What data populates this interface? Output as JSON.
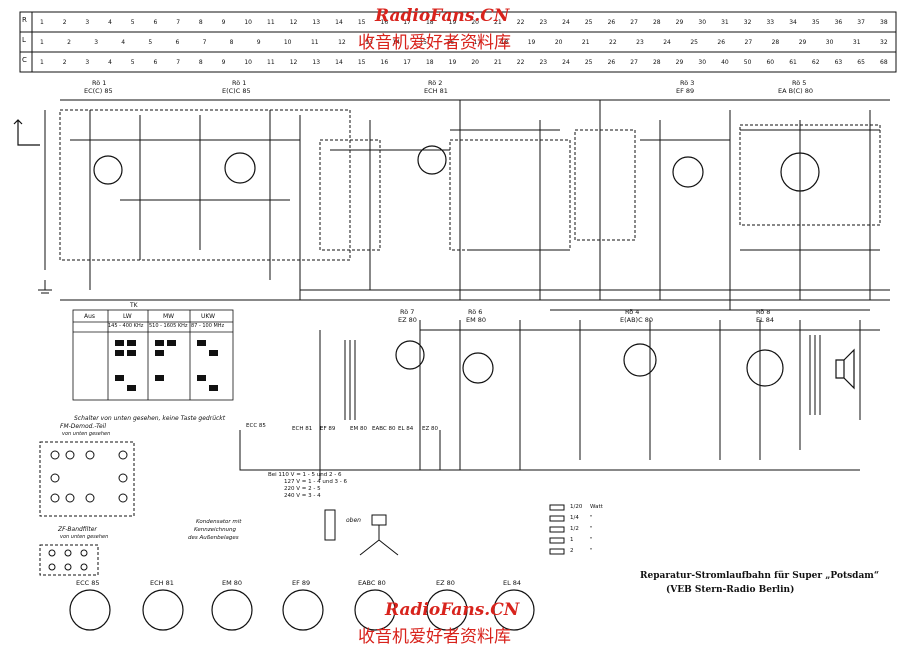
{
  "watermark": {
    "site": "RadioFans.CN",
    "slogan": "收音机爱好者资料库"
  },
  "scale": {
    "rows": [
      "R",
      "L",
      "C"
    ],
    "r_numbers": [
      "1",
      "2",
      "3",
      "4",
      "5",
      "6",
      "7",
      "8",
      "9",
      "10",
      "11",
      "12",
      "13",
      "14",
      "15",
      "16",
      "17",
      "18",
      "19",
      "20",
      "21",
      "22",
      "23",
      "24",
      "25",
      "26",
      "27",
      "28",
      "29",
      "30",
      "31",
      "32",
      "33",
      "34",
      "35",
      "36",
      "37",
      "38"
    ],
    "l_numbers": [
      "1",
      "2",
      "3",
      "4",
      "5",
      "6",
      "7",
      "8",
      "9",
      "10",
      "11",
      "12",
      "13",
      "14",
      "15",
      "16",
      "17",
      "18",
      "19",
      "20",
      "21",
      "22",
      "23",
      "24",
      "25",
      "26",
      "27",
      "28",
      "29",
      "30",
      "31",
      "32"
    ],
    "c_numbers": [
      "1",
      "2",
      "3",
      "4",
      "5",
      "6",
      "7",
      "8",
      "9",
      "10",
      "11",
      "12",
      "13",
      "14",
      "15",
      "16",
      "17",
      "18",
      "19",
      "20",
      "21",
      "22",
      "23",
      "24",
      "25",
      "26",
      "27",
      "28",
      "29",
      "30",
      "40",
      "50",
      "60",
      "61",
      "62",
      "63",
      "65",
      "68"
    ]
  },
  "tubes": {
    "ro1": {
      "id": "Rö 1",
      "type": "EC(C) 85"
    },
    "ro1b": {
      "id": "Rö 1",
      "type": "E(C)C 85"
    },
    "ro2": {
      "id": "Rö 2",
      "type": "ECH 81"
    },
    "ro3": {
      "id": "Rö 3",
      "type": "EF 89"
    },
    "ro5": {
      "id": "Rö 5",
      "type": "EA B(C) 80"
    },
    "ro6": {
      "id": "Rö 6",
      "type": "EM 80"
    },
    "ro4": {
      "id": "Rö 4",
      "type": "E(AB)C 80"
    },
    "ro7": {
      "id": "Rö 7",
      "type": "EZ 80"
    },
    "ro8": {
      "id": "Rö 8",
      "type": "EL 84"
    }
  },
  "switch_table": {
    "headers": [
      "Aus",
      "LW",
      "MW",
      "UKW"
    ],
    "ranges": [
      "145 - 400 KHz",
      "510 - 1605 KHz",
      "87 - 100 MHz"
    ],
    "tk_label": "TK",
    "caption": "Schalter von unten gesehen, keine Taste gedrückt"
  },
  "fm_demod": {
    "title": "FM-Demod.-Teil",
    "sub": "von unten gesehen"
  },
  "zf_band": {
    "title": "ZF-Bandfilter",
    "sub": "von unten gesehen"
  },
  "capacitor_note": [
    "Kondensator mit",
    "Kennzeichnung",
    "des Außenbelages"
  ],
  "heater": {
    "tubes": [
      "ECC 85",
      "ECH 81",
      "EF 89",
      "EM 80",
      "EABC 80",
      "EL 84",
      "EZ 80"
    ],
    "lines": [
      "Bei 110 V = 1 - 5  und  2 - 6",
      "127 V = 1 - 4  und  3 - 6",
      "220 V = 2 - 5",
      "240 V = 3 - 4"
    ]
  },
  "resistor_legend": [
    {
      "watt": "1/20",
      "label": "Watt"
    },
    {
      "watt": "1/4",
      "label": "\""
    },
    {
      "watt": "1/2",
      "label": "\""
    },
    {
      "watt": "1",
      "label": "\""
    },
    {
      "watt": "2",
      "label": "\""
    }
  ],
  "oben_label": "oben",
  "title": "Reparatur-Stromlaufbahn für Super „Potsdam“",
  "maker": "(VEB Stern-Radio Berlin)",
  "sockets": [
    "ECC 85",
    "ECH 81",
    "EM 80",
    "EF 89",
    "EABC 80",
    "EZ 80",
    "EL 84"
  ]
}
